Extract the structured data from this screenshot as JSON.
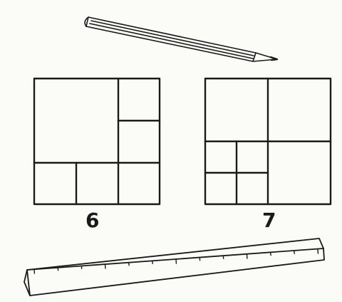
{
  "figures": [
    {
      "label": "6"
    },
    {
      "label": "7"
    }
  ],
  "objects": {
    "pencil": "pencil",
    "ruler": "ruler"
  },
  "colors": {
    "ink": "#1a1a1a",
    "paper": "#fbfbf8"
  }
}
